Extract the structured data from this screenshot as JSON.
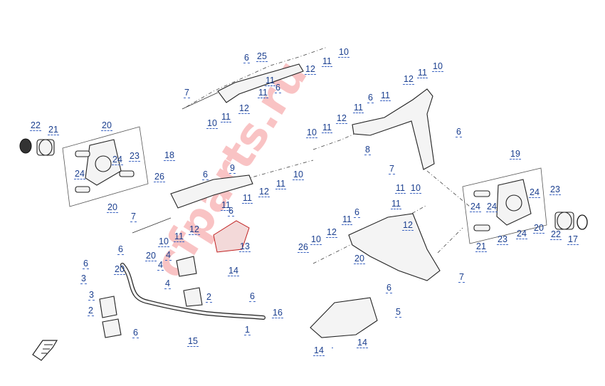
{
  "watermark": {
    "text": "cfparts.ru",
    "color": "#e8262b"
  },
  "label_color": "#1b3f8f",
  "callouts": [
    {
      "n": "6"
    },
    {
      "n": "25"
    },
    {
      "n": "10"
    },
    {
      "n": "11"
    },
    {
      "n": "12"
    },
    {
      "n": "11"
    },
    {
      "n": "6"
    },
    {
      "n": "11"
    },
    {
      "n": "7"
    },
    {
      "n": "12"
    },
    {
      "n": "11"
    },
    {
      "n": "10"
    },
    {
      "n": "12"
    },
    {
      "n": "11"
    },
    {
      "n": "10"
    },
    {
      "n": "11"
    },
    {
      "n": "6"
    },
    {
      "n": "11"
    },
    {
      "n": "12"
    },
    {
      "n": "10"
    },
    {
      "n": "11"
    },
    {
      "n": "8"
    },
    {
      "n": "6"
    },
    {
      "n": "22"
    },
    {
      "n": "21"
    },
    {
      "n": "20"
    },
    {
      "n": "24"
    },
    {
      "n": "23"
    },
    {
      "n": "18"
    },
    {
      "n": "24"
    },
    {
      "n": "26"
    },
    {
      "n": "6"
    },
    {
      "n": "9"
    },
    {
      "n": "10"
    },
    {
      "n": "11"
    },
    {
      "n": "12"
    },
    {
      "n": "11"
    },
    {
      "n": "20"
    },
    {
      "n": "11"
    },
    {
      "n": "6"
    },
    {
      "n": "7"
    },
    {
      "n": "12"
    },
    {
      "n": "11"
    },
    {
      "n": "10"
    },
    {
      "n": "13"
    },
    {
      "n": "14"
    },
    {
      "n": "7"
    },
    {
      "n": "11"
    },
    {
      "n": "10"
    },
    {
      "n": "11"
    },
    {
      "n": "6"
    },
    {
      "n": "11"
    },
    {
      "n": "12"
    },
    {
      "n": "12"
    },
    {
      "n": "10"
    },
    {
      "n": "26"
    },
    {
      "n": "20"
    },
    {
      "n": "19"
    },
    {
      "n": "23"
    },
    {
      "n": "24"
    },
    {
      "n": "24"
    },
    {
      "n": "24"
    },
    {
      "n": "20"
    },
    {
      "n": "24"
    },
    {
      "n": "23"
    },
    {
      "n": "21"
    },
    {
      "n": "22"
    },
    {
      "n": "17"
    },
    {
      "n": "6"
    },
    {
      "n": "7"
    },
    {
      "n": "5"
    },
    {
      "n": "6"
    },
    {
      "n": "6"
    },
    {
      "n": "20"
    },
    {
      "n": "4"
    },
    {
      "n": "4"
    },
    {
      "n": "20"
    },
    {
      "n": "3"
    },
    {
      "n": "4"
    },
    {
      "n": "3"
    },
    {
      "n": "2"
    },
    {
      "n": "2"
    },
    {
      "n": "6"
    },
    {
      "n": "6"
    },
    {
      "n": "16"
    },
    {
      "n": "1"
    },
    {
      "n": "15"
    },
    {
      "n": "14"
    },
    {
      "n": "14"
    }
  ]
}
